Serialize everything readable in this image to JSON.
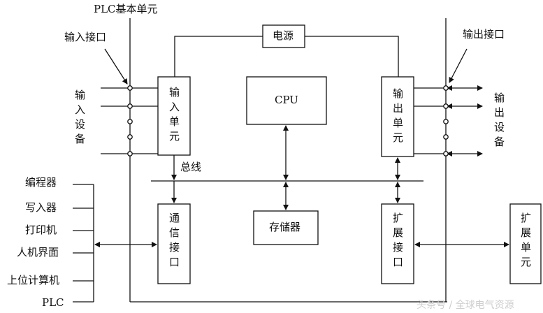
{
  "labels": {
    "plc_basic_unit": "PLC基本单元",
    "input_interface": "输入接口",
    "output_interface": "输出接口",
    "power": "电源",
    "input_devices": "输入设备",
    "output_devices": "输出设备",
    "input_unit": "输入单元",
    "output_unit": "输出单元",
    "cpu": "CPU",
    "bus": "总线",
    "memory": "存储器",
    "comm_interface": "通信接口",
    "expansion_interface": "扩展接口",
    "expansion_unit": "扩展单元"
  },
  "peripherals": [
    "编程器",
    "写入器",
    "打印机",
    "人机界面",
    "上位计算机",
    "PLC"
  ],
  "watermark": "头条号 / 全球电气资源",
  "colors": {
    "line": "#111111",
    "watermark": "#cfcfcf"
  }
}
